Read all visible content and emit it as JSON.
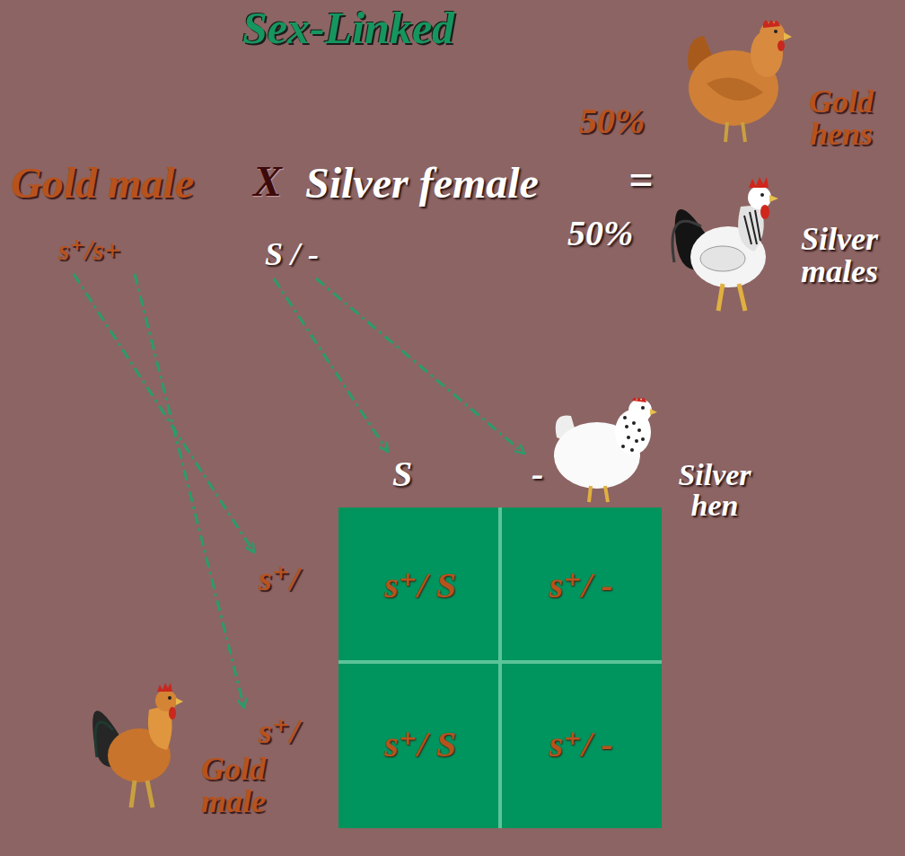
{
  "diagram": {
    "title": "Sex-Linked",
    "nodes": [
      {
        "text": [
          "s⁺/ S"
        ]
      },
      {
        "text": [
          "s⁺/ -"
        ]
      },
      {
        "text": [
          "s⁺/ S"
        ]
      },
      {
        "text": [
          "s⁺/ -"
        ]
      }
    ],
    "labels": [
      "50%",
      "Gold hens",
      "Gold male",
      "X",
      "Silver female",
      "=",
      "50%",
      "Silver males",
      "s⁺/s+",
      "S / -",
      "S",
      "-",
      "Silver hen",
      "s⁺/",
      "s⁺/",
      "Gold male"
    ]
  }
}
